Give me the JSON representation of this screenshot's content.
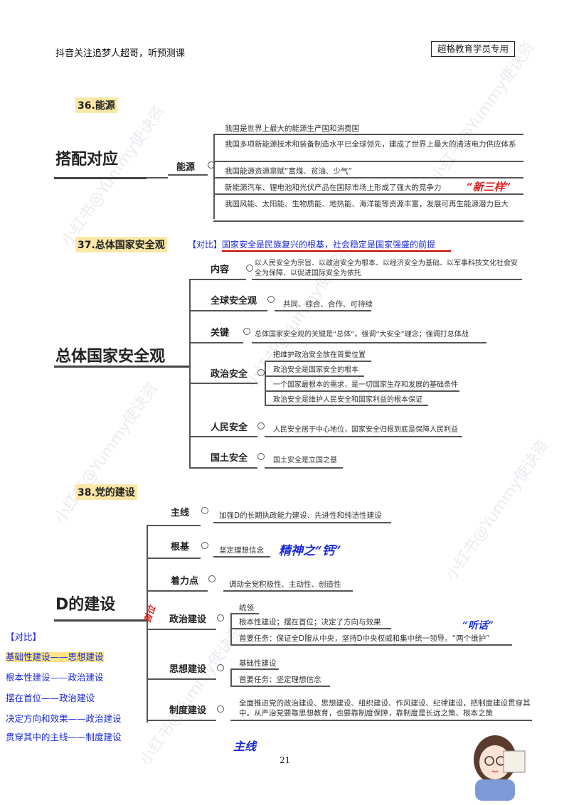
{
  "header": {
    "left": "抖音关注追梦人超哥，听预测课",
    "right": "超格教育学员专用"
  },
  "page_number": "21",
  "s36": {
    "title": "36.能源",
    "main": "搭配对应",
    "branch": "能源",
    "items": [
      "我国是世界上最大的能源生产国和消费国",
      "我国多项新能源技术和装备制造水平已全球领先，建成了世界上最大的清洁电力供应体系",
      "我国能源资源禀赋“富煤、贫油、少气”",
      "新能源汽车、锂电池和光伏产品在国际市场上形成了强大的竞争力",
      "我国风能、太阳能、生物质能、地热能、海洋能等资源丰富，发展可再生能源潜力巨大"
    ],
    "hand_note": "“新三样”"
  },
  "s37": {
    "title": "37.总体国家安全观",
    "compare": "【对比】国家安全是民族复兴的根基，社会稳定是国家强盛的前提",
    "main": "总体国家安全观",
    "b_content": "内容",
    "b_content_text": "以人民安全为宗旨、以政治安全为根本、以经济安全为基础、以军事科技文化社会安全为保障、以促进国际安全为依托",
    "b_global": "全球安全观",
    "b_global_text": "共同、综合、合作、可持续",
    "b_key": "关键",
    "b_key_text": "总体国家安全观的关键是“总体”。强调“大安全”理念；强调打总体战",
    "b_political": "政治安全",
    "political_items": [
      "把维护政治安全放在首要位置",
      "政治安全是国家安全的根本",
      "一个国家最根本的需求，是一切国家生存和发展的基础条件",
      "政治安全是维护人民安全和国家利益的根本保证"
    ],
    "b_people": "人民安全",
    "b_people_text": "人民安全居于中心地位，国家安全归根到底是保障人民利益",
    "b_land": "国土安全",
    "b_land_text": "国土安全是立国之基"
  },
  "s38": {
    "title": "38.党的建设",
    "main": "D的建设",
    "b_mainline": "主线",
    "b_mainline_text": "加强D的长期执政能力建设、先进性和纯洁性建设",
    "b_root": "根基",
    "b_root_text": "坚定理想信念",
    "root_note": "精神之“钙”",
    "b_focus": "着力点",
    "b_focus_text": "调动全党积极性、主动性、创造性",
    "b_political": "政治建设",
    "political_items": [
      "统领",
      "根本性建设；摆在首位；决定了方向与效果",
      "首要任务：保证全D服从中央，坚持D中央权威和集中统一领导。“两个维护”"
    ],
    "political_note": "“听话”",
    "b_thought": "思想建设",
    "thought_items": [
      "基础性建设",
      "首要任务：坚定理想信念"
    ],
    "b_system": "制度建设",
    "system_text": "全面推进党的政治建设、思想建设、组织建设、作风建设、纪律建设，把制度建设贯穿其中。从严治党要靠思想教育，也要靠制度保障，靠制度是长远之策、根本之策",
    "system_note": "主线",
    "side_note": "首位",
    "compare_title": "【对比】",
    "compare_items": [
      "基础性建设——思想建设",
      "根本性建设——政治建设",
      "摆在首位——政治建设",
      "决定方向和效果——政治建设",
      "贯穿其中的主线——制度建设"
    ]
  },
  "watermark": "小红书@Yummy使诀资"
}
